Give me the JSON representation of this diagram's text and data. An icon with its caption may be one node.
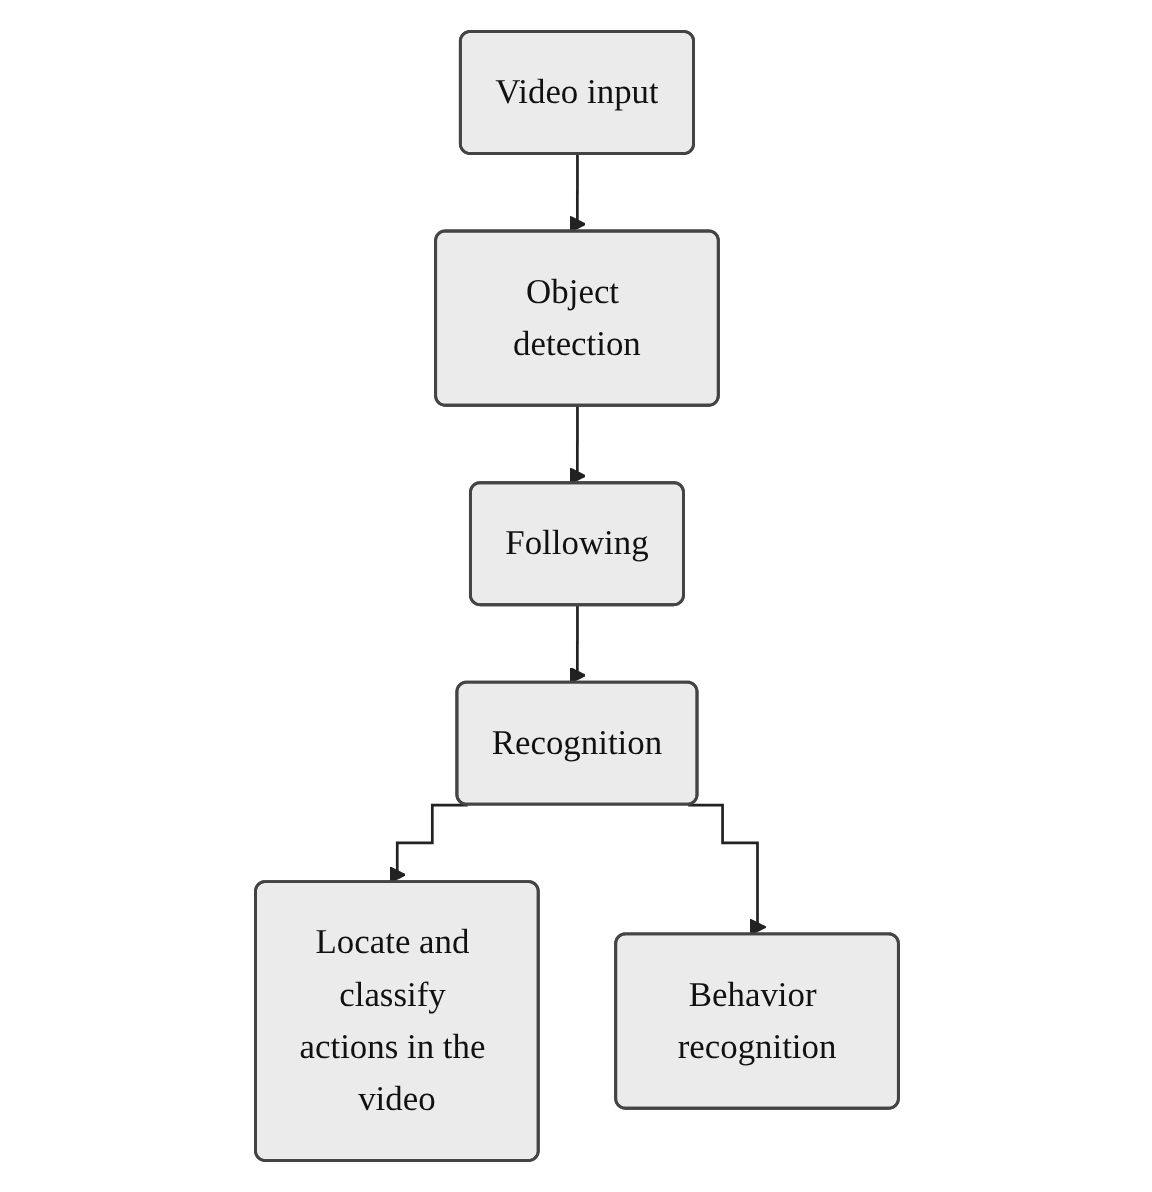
{
  "diagram": {
    "nodes": [
      {
        "text": [
          "Video input"
        ]
      },
      {
        "text": [
          "Object detection"
        ]
      },
      {
        "text": [
          "Following"
        ]
      },
      {
        "text": [
          "Recognition"
        ]
      },
      {
        "text": [
          "Locate and classify actions in the video"
        ]
      },
      {
        "text": [
          "Behavior recognition"
        ]
      }
    ],
    "edges": [
      {
        "from": 0,
        "to": 1,
        "arrow": "to"
      },
      {
        "from": 1,
        "to": 2,
        "arrow": "to"
      },
      {
        "from": 2,
        "to": 3,
        "arrow": "to"
      },
      {
        "from": 3,
        "to": 4,
        "arrow": "to"
      },
      {
        "from": 3,
        "to": 5,
        "arrow": "to"
      }
    ]
  }
}
